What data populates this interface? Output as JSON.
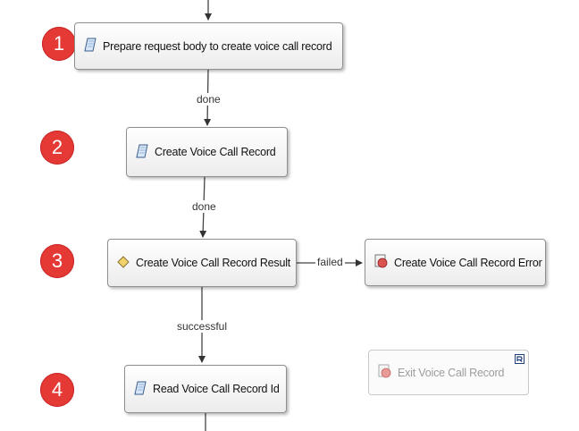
{
  "steps": [
    {
      "number": "1",
      "label": "Prepare request body to create voice call record",
      "icon": "script-icon"
    },
    {
      "number": "2",
      "label": "Create Voice Call Record",
      "icon": "script-icon"
    },
    {
      "number": "3",
      "label": "Create Voice Call Record Result",
      "icon": "decision-icon"
    },
    {
      "number": "4",
      "label": "Read Voice Call Record Id",
      "icon": "script-icon"
    }
  ],
  "error_node": {
    "label": "Create Voice Call Record Error",
    "icon": "error-stop-icon"
  },
  "exit_node": {
    "label": "Exit Voice Call Record",
    "icon": "error-stop-icon"
  },
  "connectors": {
    "done_1": "done",
    "done_2": "done",
    "failed": "failed",
    "successful": "successful"
  },
  "colors": {
    "badge": "#e53935",
    "decision": "#e8c24a",
    "error": "#d9534f",
    "script": "#7da7d9"
  }
}
